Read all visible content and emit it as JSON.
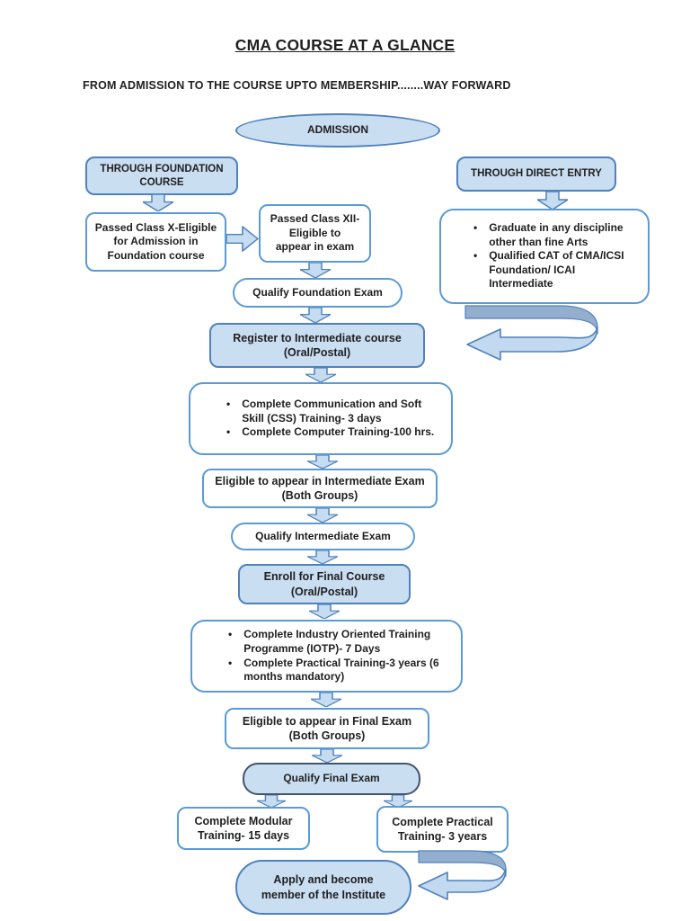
{
  "page": {
    "title": "CMA COURSE AT A GLANCE",
    "subtitle": "FROM ADMISSION TO THE COURSE UPTO MEMBERSHIP........WAY FORWARD"
  },
  "glyphs": {
    "bullet": "•"
  },
  "colors": {
    "box_fill": "#cadef2",
    "white_fill": "#ffffff",
    "border_blue": "#4f81bd",
    "border_light": "#5b9bd5",
    "border_dark": "#44546a",
    "arrow_fill": "#c6dcf1",
    "ribbon_dark": "#94aecd",
    "ribbon_light": "#c3d9ef",
    "text": "#1f1f1f"
  },
  "flow": {
    "admission": {
      "label": "ADMISSION"
    },
    "foundation_header": {
      "label": "THROUGH FOUNDATION COURSE"
    },
    "direct_header": {
      "label": "THROUGH DIRECT ENTRY"
    },
    "passed_x": {
      "lines": [
        "Passed Class X-Eligible",
        "for Admission in",
        "Foundation course"
      ]
    },
    "passed_xii": {
      "lines": [
        "Passed Class XII-",
        "Eligible to",
        "appear in exam"
      ]
    },
    "qualify_foundation": {
      "label": "Qualify Foundation Exam"
    },
    "direct_entry": {
      "bullets": [
        "Graduate in any discipline other than fine Arts",
        "Qualified CAT of CMA/ICSI Foundation/ ICAI Intermediate"
      ]
    },
    "register_intermediate": {
      "lines": [
        "Register to Intermediate course",
        "(Oral/Postal)"
      ]
    },
    "css_training": {
      "bullets": [
        "Complete Communication and Soft Skill (CSS) Training- 3 days",
        "Complete Computer Training-100 hrs."
      ]
    },
    "eligible_intermediate": {
      "lines": [
        "Eligible to appear in Intermediate Exam",
        "(Both Groups)"
      ]
    },
    "qualify_intermediate": {
      "label": "Qualify Intermediate Exam"
    },
    "enroll_final": {
      "lines": [
        "Enroll for Final Course",
        "(Oral/Postal)"
      ]
    },
    "iotp": {
      "bullets": [
        "Complete Industry Oriented Training Programme (IOTP)- 7 Days",
        "Complete Practical Training-3 years (6 months mandatory)"
      ]
    },
    "eligible_final": {
      "lines": [
        "Eligible to appear in Final Exam",
        "(Both Groups)"
      ]
    },
    "qualify_final": {
      "label": "Qualify Final Exam"
    },
    "modular": {
      "lines": [
        "Complete Modular",
        "Training- 15 days"
      ]
    },
    "practical": {
      "lines": [
        "Complete Practical",
        "Training- 3 years"
      ]
    },
    "apply": {
      "lines": [
        "Apply and become",
        "member of the Institute"
      ]
    }
  }
}
